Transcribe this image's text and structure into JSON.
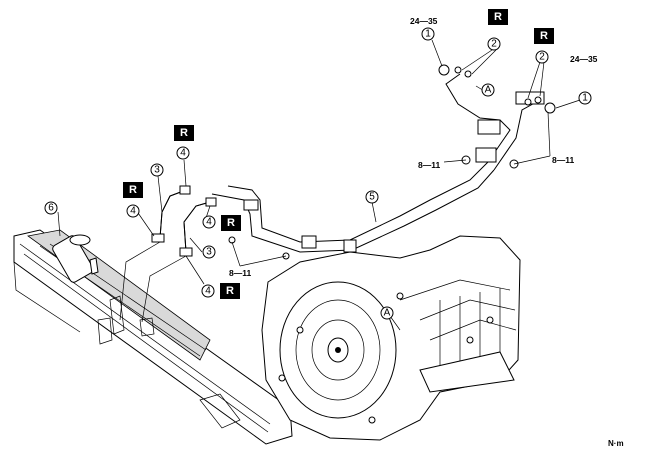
{
  "callouts": {
    "c1a": "1",
    "c1b": "1",
    "c2a": "2",
    "c2b": "2",
    "c3a": "3",
    "c3b": "3",
    "c4a": "4",
    "c4b": "4",
    "c4c": "4",
    "c4d": "4",
    "c5": "5",
    "c6": "6",
    "cAa": "A",
    "cAb": "A"
  },
  "torques": {
    "t1": "24—35",
    "t2": "24—35",
    "t3": "8—11",
    "t4": "8—11",
    "t5": "8—11"
  },
  "replace_marks": {
    "r1": "R",
    "r2": "R",
    "r3": "R",
    "r4": "R",
    "r5": "R",
    "r6": "R"
  },
  "unit": "N·m"
}
